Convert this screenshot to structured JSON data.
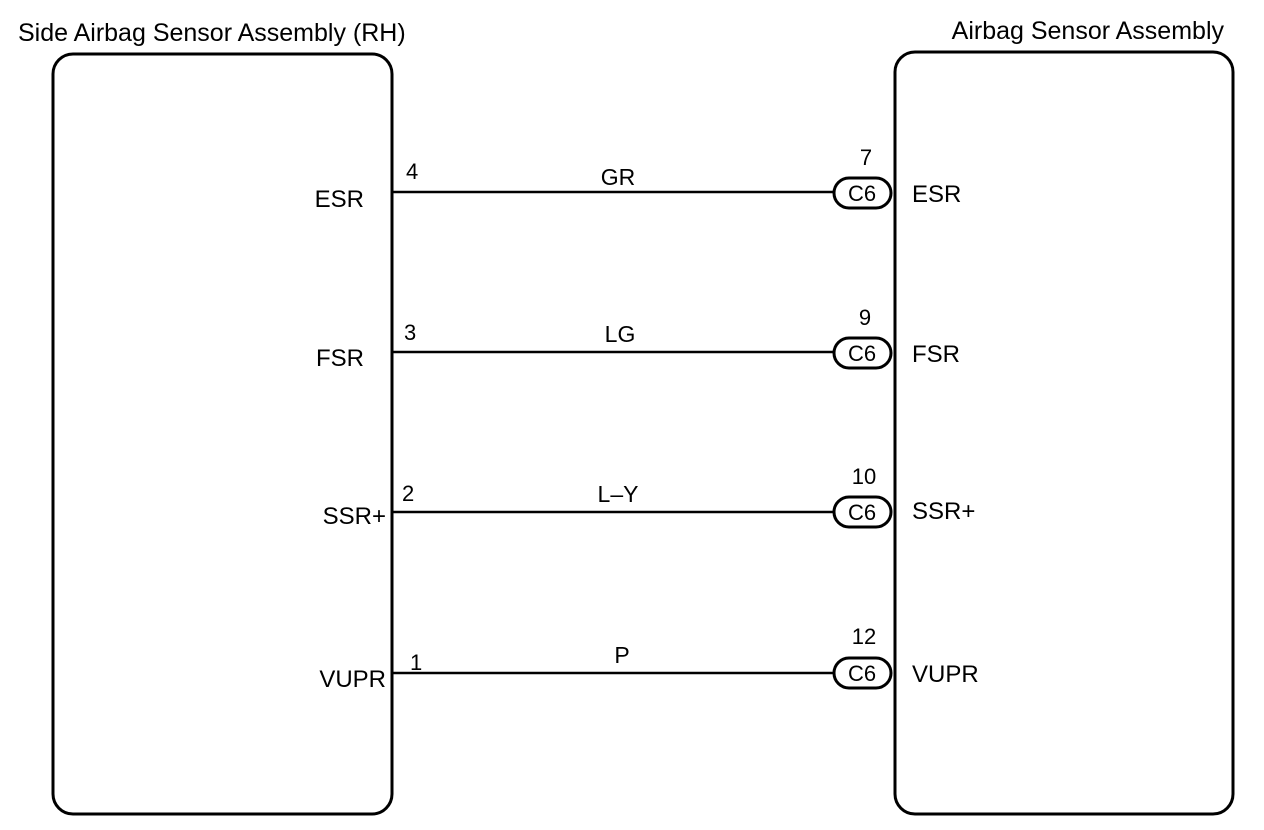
{
  "left_component": {
    "title": "Side Airbag Sensor Assembly (RH)"
  },
  "right_component": {
    "title": "Airbag Sensor Assembly"
  },
  "circuits": [
    {
      "left_signal": "ESR",
      "left_pin": "4",
      "wire_color": "GR",
      "connector": "C6",
      "right_pin": "7",
      "right_signal": "ESR"
    },
    {
      "left_signal": "FSR",
      "left_pin": "3",
      "wire_color": "LG",
      "connector": "C6",
      "right_pin": "9",
      "right_signal": "FSR"
    },
    {
      "left_signal": "SSR+",
      "left_pin": "2",
      "wire_color": "L–Y",
      "connector": "C6",
      "right_pin": "10",
      "right_signal": "SSR+"
    },
    {
      "left_signal": "VUPR",
      "left_pin": "1",
      "wire_color": "P",
      "connector": "C6",
      "right_pin": "12",
      "right_signal": "VUPR"
    }
  ]
}
